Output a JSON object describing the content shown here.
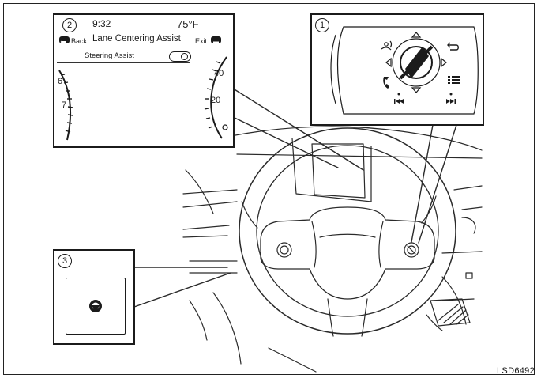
{
  "diagram_code": "LSD6492",
  "callouts": [
    {
      "number": "1"
    },
    {
      "number": "2"
    },
    {
      "number": "3"
    }
  ],
  "display": {
    "time": "9:32",
    "temperature": "75°F",
    "back_label": "Back",
    "title": "Lane Centering Assist",
    "exit_label": "Exit",
    "setting_label": "Steering Assist",
    "gauge_left_marks": [
      "6",
      "7"
    ],
    "gauge_right_marks": [
      "40",
      "20"
    ]
  },
  "icons": {
    "switch_panel": [
      "voice-icon",
      "back-arrow-icon",
      "phone-icon",
      "menu-list-icon",
      "previous-track-icon",
      "next-track-icon",
      "steering-assist-switch-icon"
    ],
    "indicator": "steering-wheel-indicator-icon"
  }
}
